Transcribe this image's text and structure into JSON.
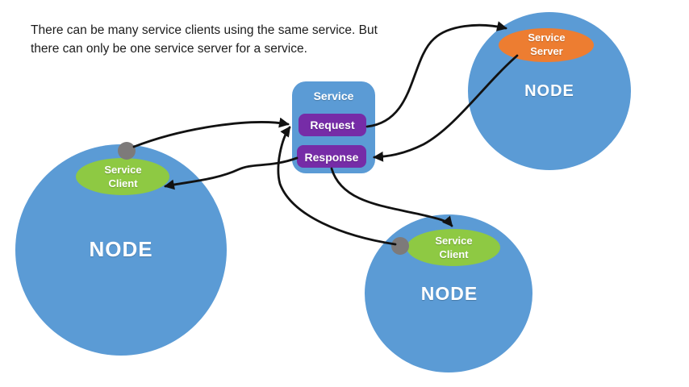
{
  "caption": {
    "line1": "There can be many service clients using the same service. But",
    "line2": "there can only be one service server for a service."
  },
  "service_panel": {
    "title": "Service",
    "request_label": "Request",
    "response_label": "Response"
  },
  "nodes": {
    "left": {
      "label": "NODE",
      "ellipse_line1": "Service",
      "ellipse_line2": "Client"
    },
    "top_right": {
      "label": "NODE",
      "ellipse_line1": "Service",
      "ellipse_line2": "Server"
    },
    "bottom": {
      "label": "NODE",
      "ellipse_line1": "Service",
      "ellipse_line2": "Client"
    }
  },
  "colors": {
    "background": "#FFFFFF",
    "node_blue": "#5B9BD5",
    "client_green": "#8EC943",
    "server_orange": "#ED7D31",
    "message_purple": "#762CA7",
    "arrow_black": "#121212",
    "connector_gray": "#7D7A7A",
    "label_white": "#FFFFFF"
  }
}
